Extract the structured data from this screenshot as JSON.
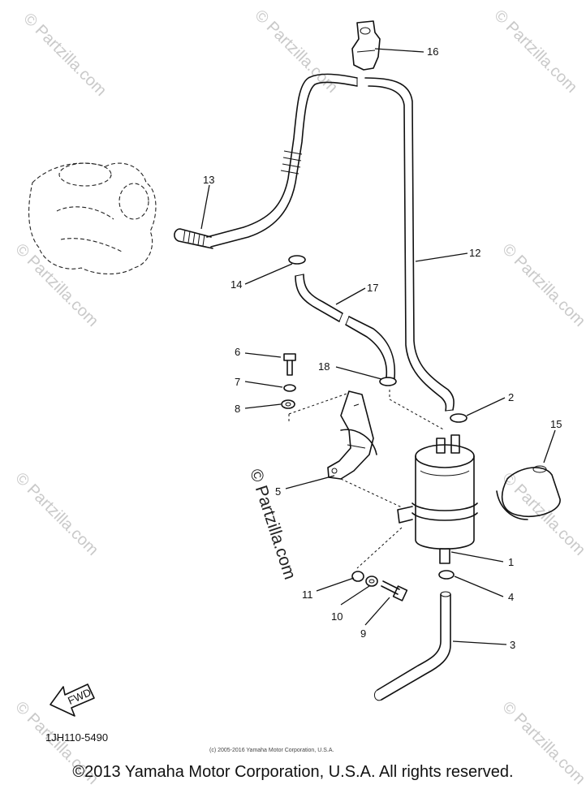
{
  "watermark": "© Partzilla.com",
  "callouts": [
    "1",
    "2",
    "3",
    "4",
    "5",
    "6",
    "7",
    "8",
    "9",
    "10",
    "11",
    "12",
    "13",
    "14",
    "15",
    "16",
    "17",
    "18"
  ],
  "fwd_label": "FWD",
  "diagram_code": "1JH110-5490",
  "small_copyright": "(c) 2005-2016 Yamaha Motor Corporation, U.S.A.",
  "footer_copyright": "©2013 Yamaha Motor Corporation, U.S.A. All rights reserved."
}
